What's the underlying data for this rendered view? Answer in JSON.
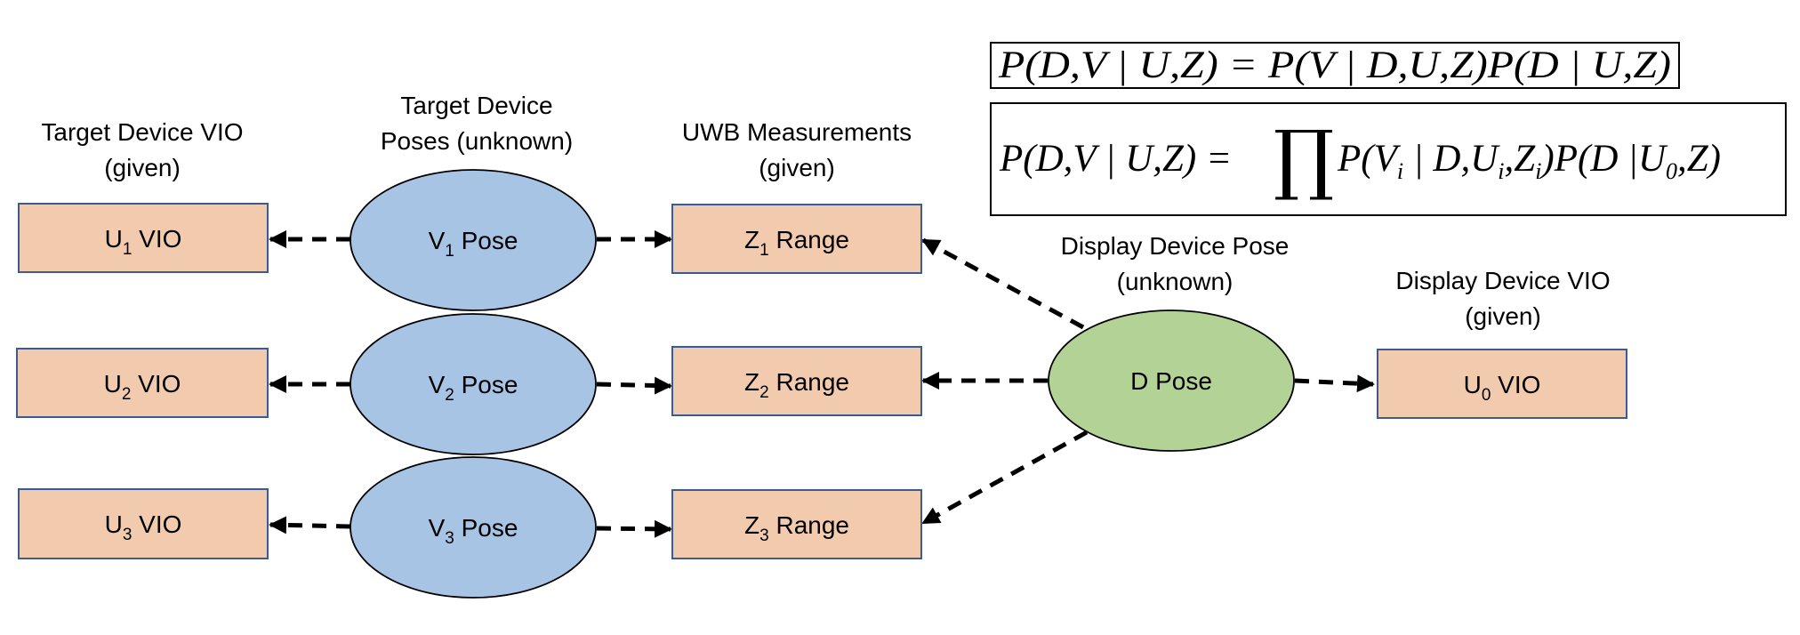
{
  "headers": {
    "target_vio": [
      "Target Device VIO",
      "(given)"
    ],
    "target_poses": [
      "Target Device",
      "Poses (unknown)"
    ],
    "uwb": [
      "UWB Measurements",
      "(given)"
    ],
    "display_pose": [
      "Display Device Pose",
      "(unknown)"
    ],
    "display_vio": [
      "Display Device VIO",
      "(given)"
    ]
  },
  "vio_nodes": [
    {
      "sym": "U",
      "sub": "1",
      "text": " VIO"
    },
    {
      "sym": "U",
      "sub": "2",
      "text": " VIO"
    },
    {
      "sym": "U",
      "sub": "3",
      "text": " VIO"
    }
  ],
  "pose_nodes": [
    {
      "sym": "V",
      "sub": "1",
      "text": " Pose"
    },
    {
      "sym": "V",
      "sub": "2",
      "text": " Pose"
    },
    {
      "sym": "V",
      "sub": "3",
      "text": " Pose"
    }
  ],
  "range_nodes": [
    {
      "sym": "Z",
      "sub": "1",
      "text": " Range"
    },
    {
      "sym": "Z",
      "sub": "2",
      "text": " Range"
    },
    {
      "sym": "Z",
      "sub": "3",
      "text": " Range"
    }
  ],
  "display_pose_node": {
    "text": "D Pose"
  },
  "display_vio_node": {
    "sym": "U",
    "sub": "0",
    "text": " VIO"
  },
  "equations": {
    "eq1": "P(D,V | U,Z) = P(V | D,U,Z)P(D | U,Z)",
    "eq2_lhs": "P(D,V | U,Z) =",
    "eq2_product": "∏",
    "eq2_rhs_a": "P(V",
    "eq2_rhs_a_sub": "i",
    "eq2_rhs_b": " | D,U",
    "eq2_rhs_b_sub": "i",
    "eq2_rhs_c": ",Z",
    "eq2_rhs_c_sub": "i",
    "eq2_rhs_d": ")P(D |U",
    "eq2_rhs_d_sub": "0",
    "eq2_rhs_e": ",Z)"
  }
}
